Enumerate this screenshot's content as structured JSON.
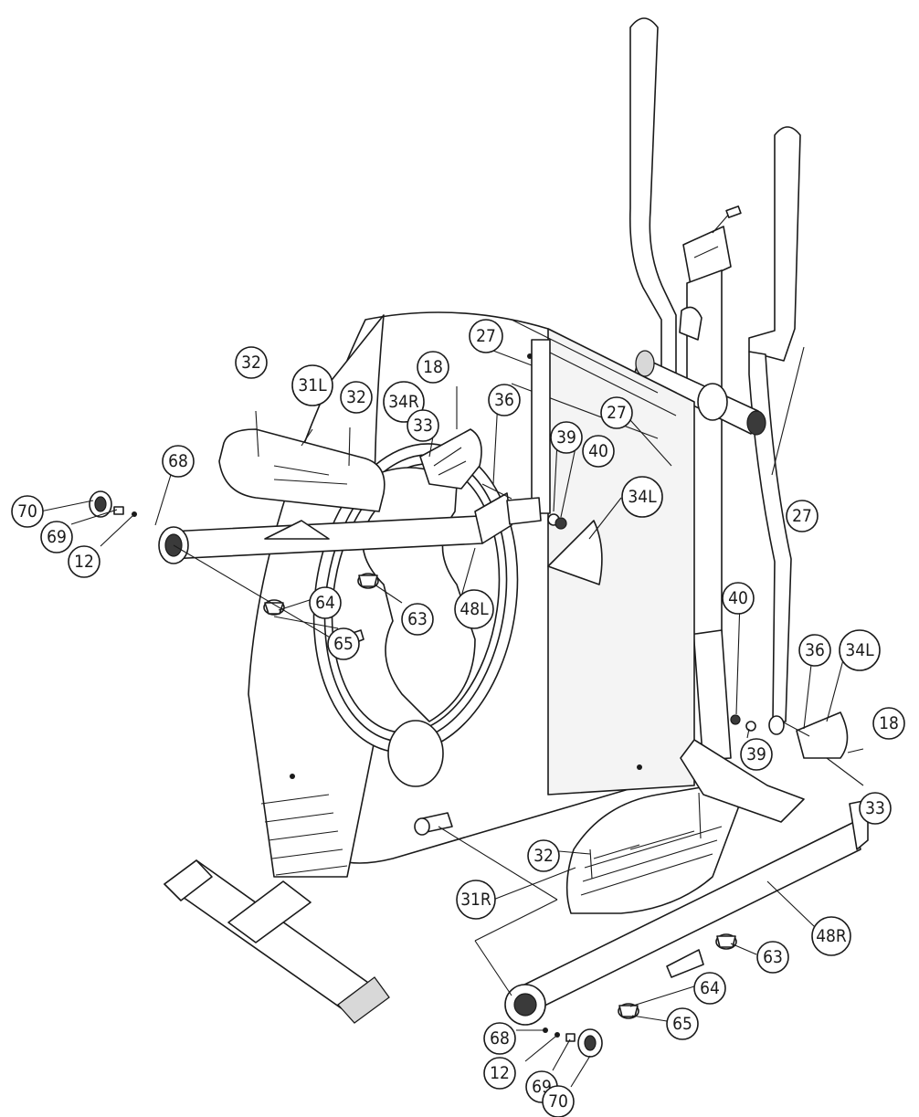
{
  "diagram": {
    "callouts": [
      {
        "id": "c-32-a",
        "label": "32"
      },
      {
        "id": "c-31l",
        "label": "31L"
      },
      {
        "id": "c-32-b",
        "label": "32"
      },
      {
        "id": "c-34r",
        "label": "34R"
      },
      {
        "id": "c-18-a",
        "label": "18"
      },
      {
        "id": "c-27-a",
        "label": "27"
      },
      {
        "id": "c-36-a",
        "label": "36"
      },
      {
        "id": "c-33-a",
        "label": "33"
      },
      {
        "id": "c-27-b",
        "label": "27"
      },
      {
        "id": "c-39-a",
        "label": "39"
      },
      {
        "id": "c-40-a",
        "label": "40"
      },
      {
        "id": "c-34l-a",
        "label": "34L"
      },
      {
        "id": "c-68-a",
        "label": "68"
      },
      {
        "id": "c-70-a",
        "label": "70"
      },
      {
        "id": "c-69-a",
        "label": "69"
      },
      {
        "id": "c-12-a",
        "label": "12"
      },
      {
        "id": "c-64-a",
        "label": "64"
      },
      {
        "id": "c-63-a",
        "label": "63"
      },
      {
        "id": "c-48l",
        "label": "48L"
      },
      {
        "id": "c-65-a",
        "label": "65"
      },
      {
        "id": "c-27-c",
        "label": "27"
      },
      {
        "id": "c-40-b",
        "label": "40"
      },
      {
        "id": "c-36-b",
        "label": "36"
      },
      {
        "id": "c-34l-b",
        "label": "34L"
      },
      {
        "id": "c-18-b",
        "label": "18"
      },
      {
        "id": "c-39-b",
        "label": "39"
      },
      {
        "id": "c-33-b",
        "label": "33"
      },
      {
        "id": "c-32-c",
        "label": "32"
      },
      {
        "id": "c-31r",
        "label": "31R"
      },
      {
        "id": "c-48r",
        "label": "48R"
      },
      {
        "id": "c-63-b",
        "label": "63"
      },
      {
        "id": "c-64-b",
        "label": "64"
      },
      {
        "id": "c-65-b",
        "label": "65"
      },
      {
        "id": "c-68-b",
        "label": "68"
      },
      {
        "id": "c-12-b",
        "label": "12"
      },
      {
        "id": "c-69-b",
        "label": "69"
      },
      {
        "id": "c-70-b",
        "label": "70"
      }
    ]
  }
}
